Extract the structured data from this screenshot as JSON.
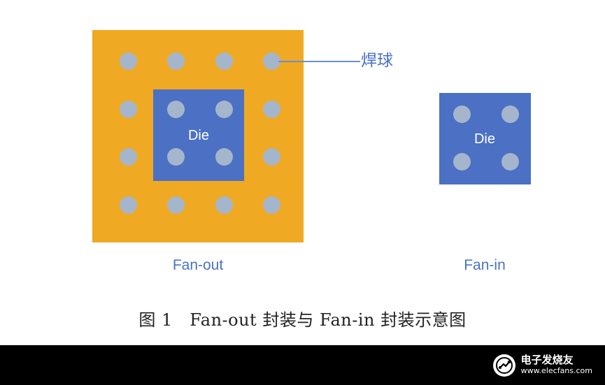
{
  "colors": {
    "substrate": "#f0a922",
    "die": "#4b70c4",
    "ball": "#a5b6cc",
    "label_text": "#4b72c4",
    "footer": "#000000"
  },
  "fan_out": {
    "die_label": "Die",
    "package_label": "Fan-out",
    "ball_callout": "焊球"
  },
  "fan_in": {
    "die_label": "Die",
    "package_label": "Fan-in"
  },
  "caption": "图 1　Fan-out 封装与 Fan-in 封装示意图",
  "watermark": {
    "brand_cn": "电子发烧友",
    "brand_en": "www.elecfans.com"
  }
}
